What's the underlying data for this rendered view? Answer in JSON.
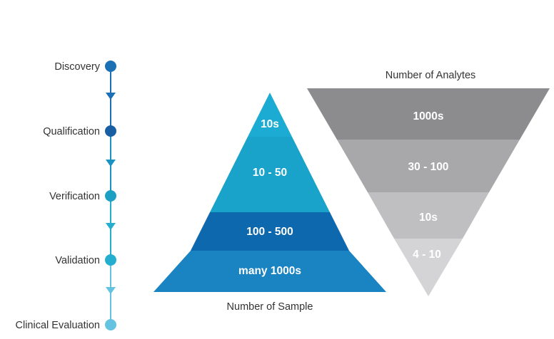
{
  "stages": [
    {
      "label": "Discovery",
      "color": "#1a6fb5"
    },
    {
      "label": "Qualification",
      "color": "#175ea3"
    },
    {
      "label": "Verification",
      "color": "#1ba0c4"
    },
    {
      "label": "Validation",
      "color": "#23aed0"
    },
    {
      "label": "Clinical Evaluation",
      "color": "#63c3e0"
    }
  ],
  "connector_colors": [
    "#1a6fb5",
    "#1b93c2",
    "#23aed0",
    "#63c3e0"
  ],
  "sample_pyramid": {
    "caption": "Number of Sample",
    "bands": [
      {
        "label": "10s",
        "color": "#1cacd3"
      },
      {
        "label": "10 - 50",
        "color": "#19a3cb"
      },
      {
        "label": "100 - 500",
        "color": "#0e68ad"
      },
      {
        "label": "many 1000s",
        "color": "#1a84c3"
      }
    ]
  },
  "analyte_pyramid": {
    "caption": "Number of Analytes",
    "bands": [
      {
        "label": "1000s",
        "color": "#8c8c8e"
      },
      {
        "label": "30 - 100",
        "color": "#a8a8aa"
      },
      {
        "label": "10s",
        "color": "#bfbfc1"
      },
      {
        "label": "4 - 10",
        "color": "#d4d4d6"
      }
    ]
  }
}
